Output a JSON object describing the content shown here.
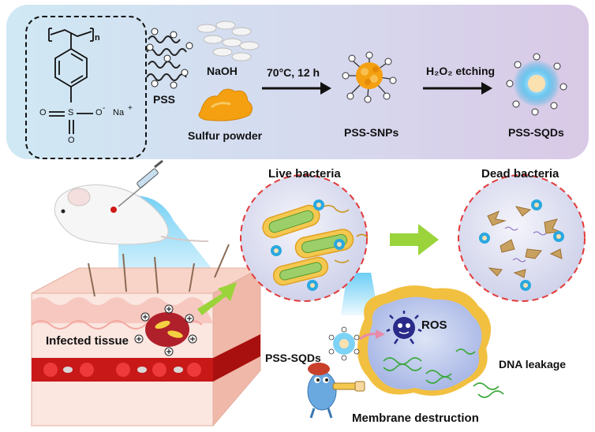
{
  "synthesis": {
    "monomer": {
      "repeat_index": "n",
      "oxygen": "O",
      "sulfur": "S",
      "oxygen_anion": "O",
      "anion_charge": "-",
      "counter_ion": "Na",
      "counter_charge": "+"
    },
    "pss_label": "PSS",
    "naoh_label": "NaOH",
    "sulfur_label": "Sulfur powder",
    "condition_label": "70°C, 12 h",
    "snp_label": "PSS-SNPs",
    "etching_label": "H₂O₂ etching",
    "sqd_label": "PSS-SQDs"
  },
  "application": {
    "live_bacteria_label": "Live bacteria",
    "dead_bacteria_label": "Dead bacteria",
    "infected_tissue_label": "Infected tissue",
    "ros_label": "ROS",
    "sqd_agent_label": "PSS-SQDs",
    "dna_leakage_label": "DNA leakage",
    "membrane_label": "Membrane destruction"
  },
  "colors": {
    "banner_start": "#cfe8f4",
    "banner_end": "#d9c9e6",
    "sulfur_orange": "#f4a010",
    "quantum_dot_blue": "#2aa8e0",
    "dashed_red": "#e33a3a",
    "arrow_green": "#9ad43a",
    "blood_red": "#d01818",
    "cell_yellow": "#f4c850"
  }
}
